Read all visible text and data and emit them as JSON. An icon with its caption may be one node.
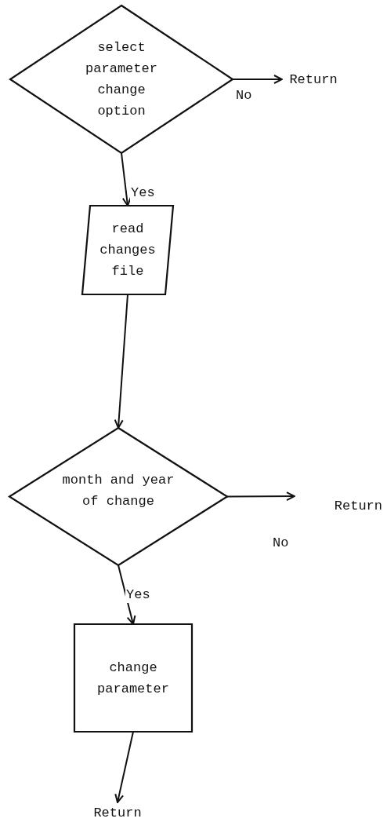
{
  "diagram": {
    "nodes": [
      {
        "text": [
          "select parameter change option"
        ]
      },
      {
        "text": [
          "Return"
        ]
      },
      {
        "text": [
          "read changes file"
        ]
      },
      {
        "text": [
          "month and year of change"
        ]
      },
      {
        "text": [
          "Return"
        ]
      },
      {
        "text": [
          "change parameter"
        ]
      },
      {
        "text": [
          "Return"
        ]
      }
    ],
    "edges": [
      {
        "from": 0,
        "to": 1,
        "arrow": "to",
        "label": "No"
      },
      {
        "from": 0,
        "to": 2,
        "arrow": "to",
        "label": "Yes"
      },
      {
        "from": 2,
        "to": 3,
        "arrow": "to"
      },
      {
        "from": 3,
        "to": 4,
        "arrow": "to",
        "label": "No"
      },
      {
        "from": 3,
        "to": 5,
        "arrow": "to",
        "label": "Yes"
      },
      {
        "from": 5,
        "to": 6,
        "arrow": "to"
      }
    ]
  }
}
